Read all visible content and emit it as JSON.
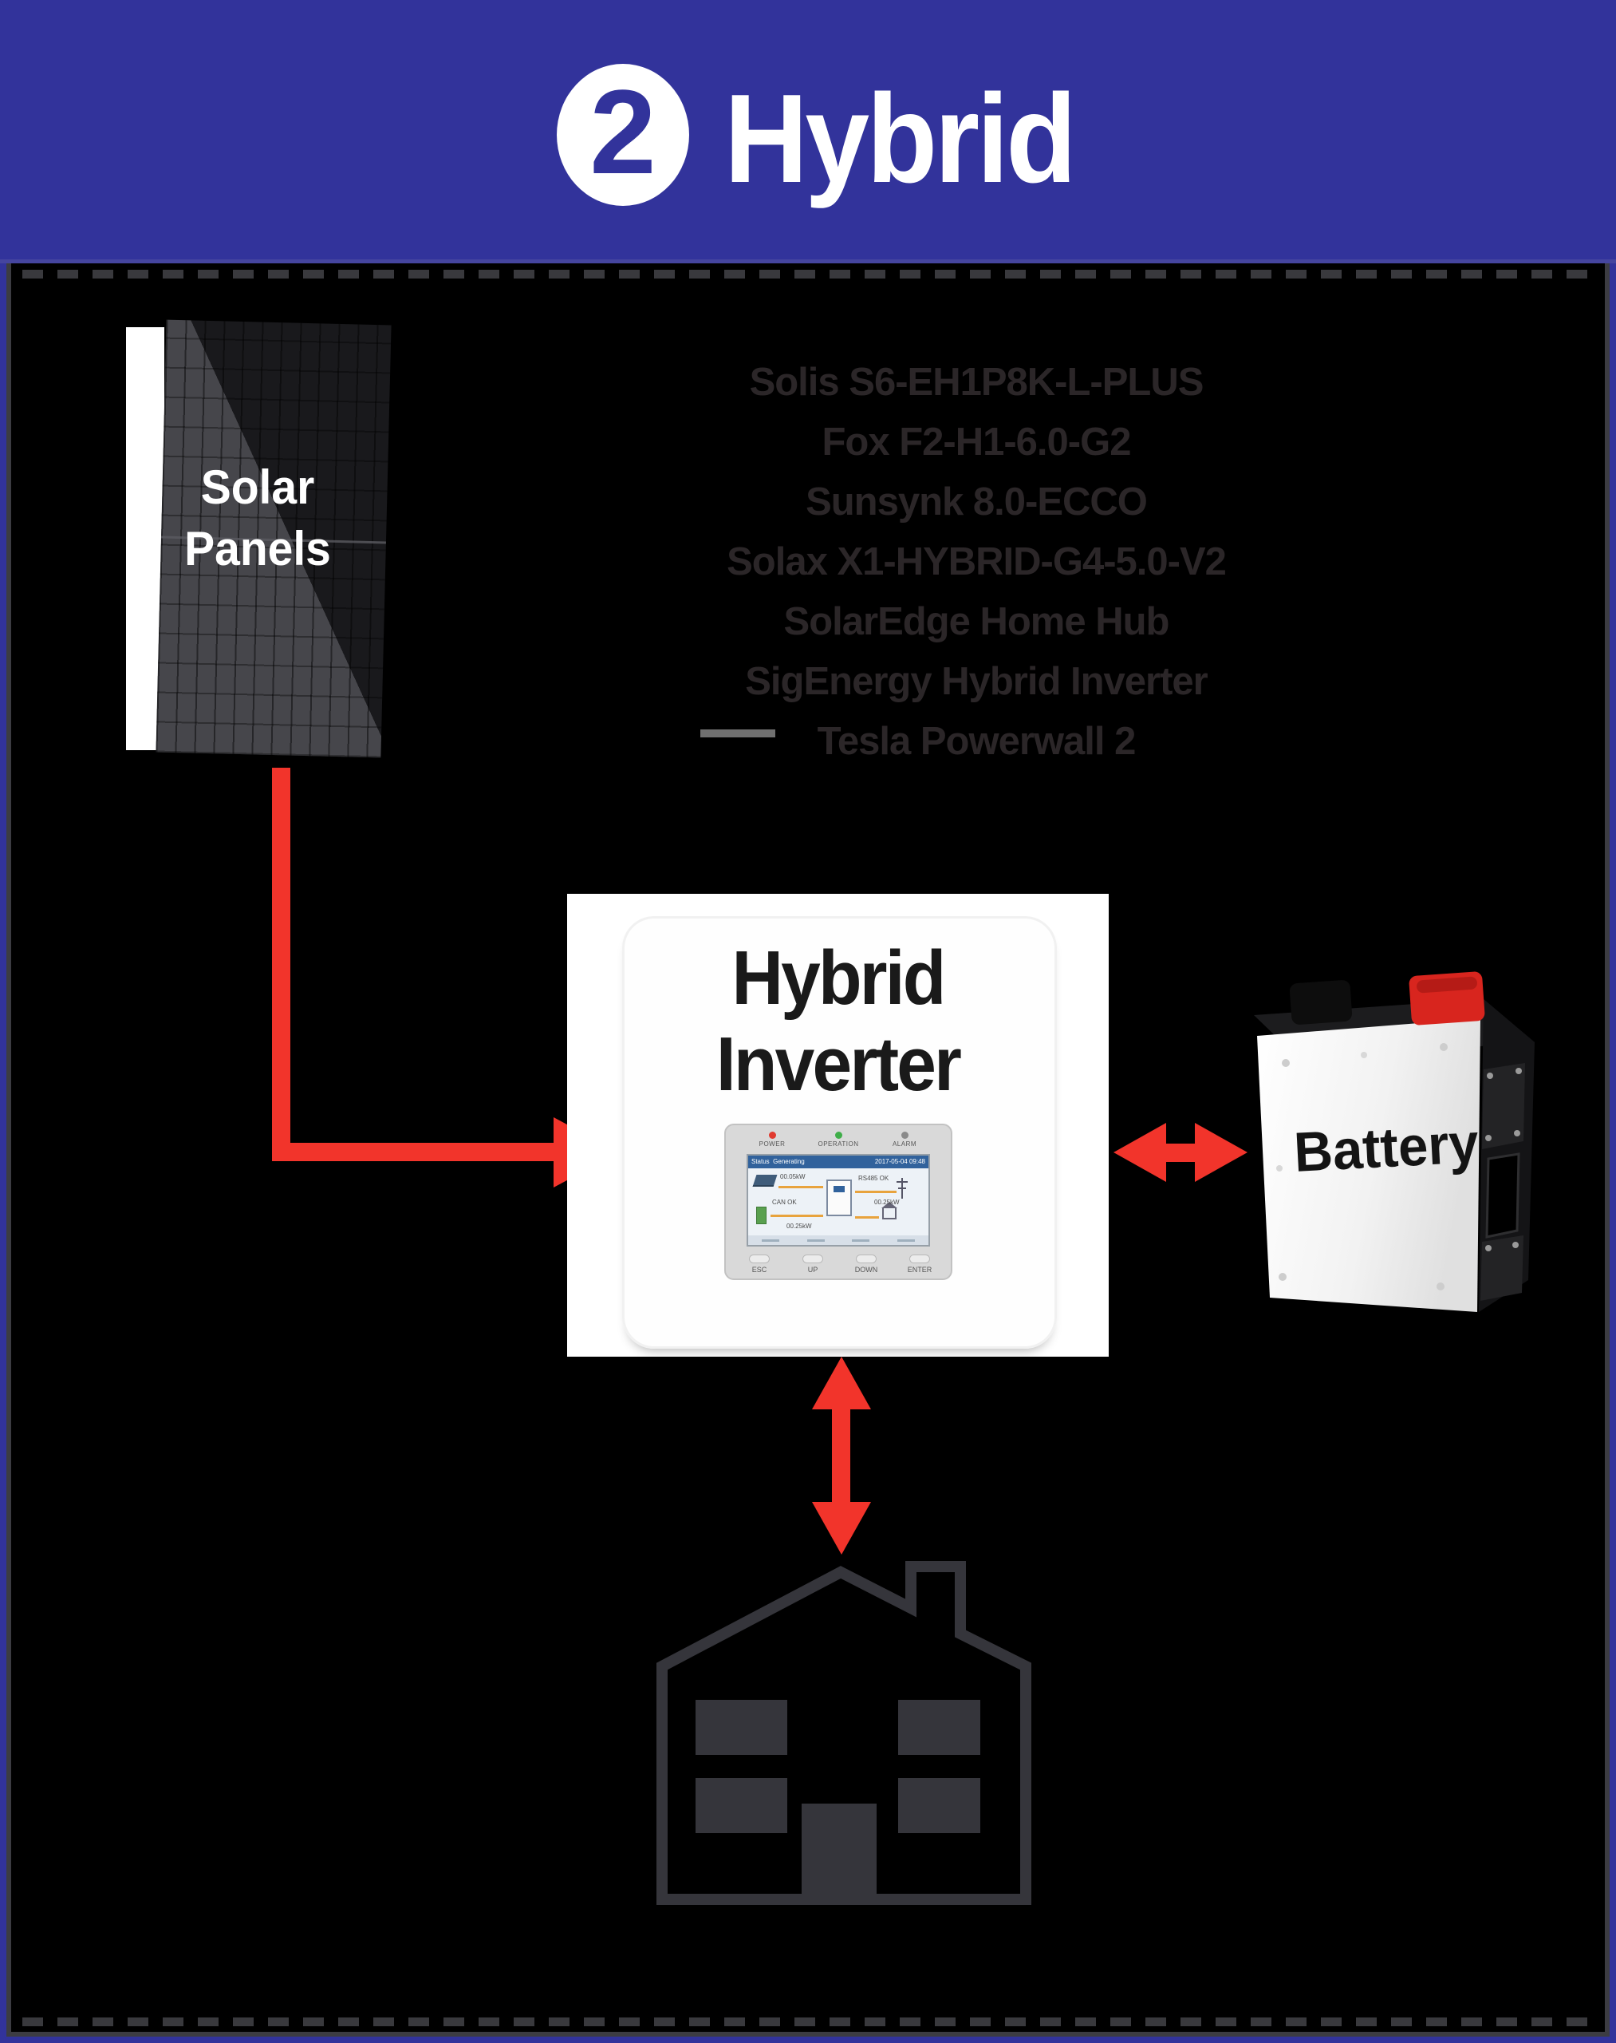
{
  "banner": {
    "step_number": "2",
    "title": "Hybrid",
    "bg_color": "#32339B"
  },
  "solar": {
    "label_line1": "Solar",
    "label_line2": "Panels"
  },
  "models": {
    "text_color": "#2B2628",
    "lines": [
      "Solis S6-EH1P8K-L-PLUS",
      "Fox F2-H1-6.0-G2",
      "Sunsynk 8.0-ECCO",
      "Solax X1-HYBRID-G4-5.0-V2",
      "SolarEdge Home Hub",
      "SigEnergy Hybrid Inverter",
      "Tesla Powerwall 2"
    ]
  },
  "inverter": {
    "label_line1": "Hybrid",
    "label_line2": "Inverter",
    "screen": {
      "status_label": "Status",
      "status_value": "Generating",
      "datetime": "2017-05-04 09:48",
      "leds": [
        {
          "name": "POWER",
          "color": "#E03A2F"
        },
        {
          "name": "OPERATION",
          "color": "#3FAE49"
        },
        {
          "name": "ALARM",
          "color": "#8A8A8A"
        }
      ],
      "buttons": [
        "ESC",
        "UP",
        "DOWN",
        "ENTER"
      ],
      "readouts": [
        "00.05kW",
        "RS485 OK",
        "CAN OK",
        "00.25kW",
        "00.25kW"
      ]
    }
  },
  "battery": {
    "label": "Battery"
  },
  "arrows": {
    "color": "#F2342B"
  }
}
